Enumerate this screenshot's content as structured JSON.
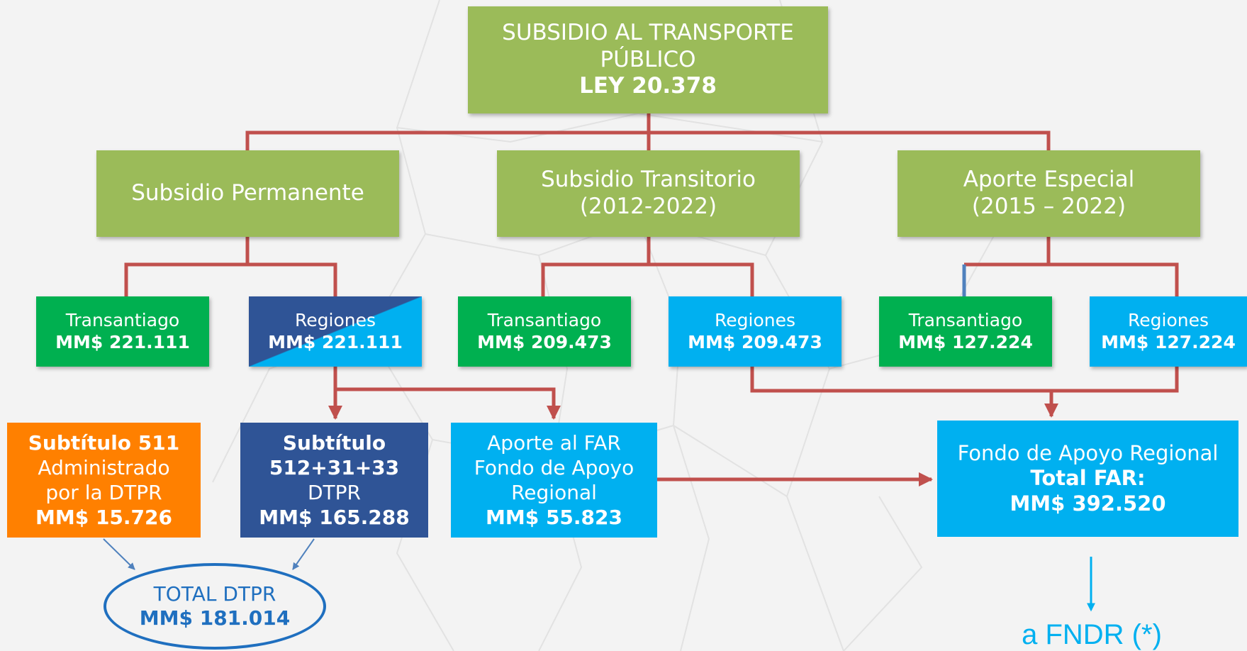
{
  "colors": {
    "olive_green": "#9bbb59",
    "green": "#00b050",
    "sky_blue": "#00b0f0",
    "navy": "#2f5496",
    "orange": "#ff8000",
    "connector_red": "#c0504d",
    "ellipse_blue": "#1f6fbf"
  },
  "root": {
    "line1": "SUBSIDIO AL TRANSPORTE",
    "line2": "PÚBLICO",
    "line3": "LEY 20.378"
  },
  "subsidio_permanente": {
    "label": "Subsidio Permanente",
    "transantiago": {
      "label": "Transantiago",
      "amount": "MM$ 221.111"
    },
    "regiones": {
      "label": "Regiones",
      "amount": "MM$ 221.111"
    }
  },
  "subsidio_transitorio": {
    "label": "Subsidio Transitorio",
    "period": "(2012-2022)",
    "transantiago": {
      "label": "Transantiago",
      "amount": "MM$ 209.473"
    },
    "regiones": {
      "label": "Regiones",
      "amount": "MM$ 209.473"
    }
  },
  "aporte_especial": {
    "label": "Aporte Especial",
    "period": "(2015 – 2022)",
    "transantiago": {
      "label": "Transantiago",
      "amount": "MM$ 127.224"
    },
    "regiones": {
      "label": "Regiones",
      "amount": "MM$ 127.224"
    }
  },
  "subtitulo_511": {
    "title": "Subtítulo 511",
    "line2": "Administrado",
    "line3": "por la DTPR",
    "amount": "MM$ 15.726"
  },
  "subtitulo_512": {
    "title1": "Subtítulo",
    "title2": "512+31+33",
    "line3": "DTPR",
    "amount": "MM$ 165.288"
  },
  "aporte_far": {
    "line1": "Aporte al FAR",
    "line2": "Fondo de Apoyo",
    "line3": "Regional",
    "amount": "MM$ 55.823"
  },
  "fondo_apoyo_regional": {
    "line1": "Fondo de Apoyo Regional",
    "line2": "Total FAR:",
    "amount": "MM$ 392.520"
  },
  "total_dtpr": {
    "label": "TOTAL DTPR",
    "amount": "MM$ 181.014"
  },
  "fndr": {
    "label": "a FNDR (*)"
  }
}
